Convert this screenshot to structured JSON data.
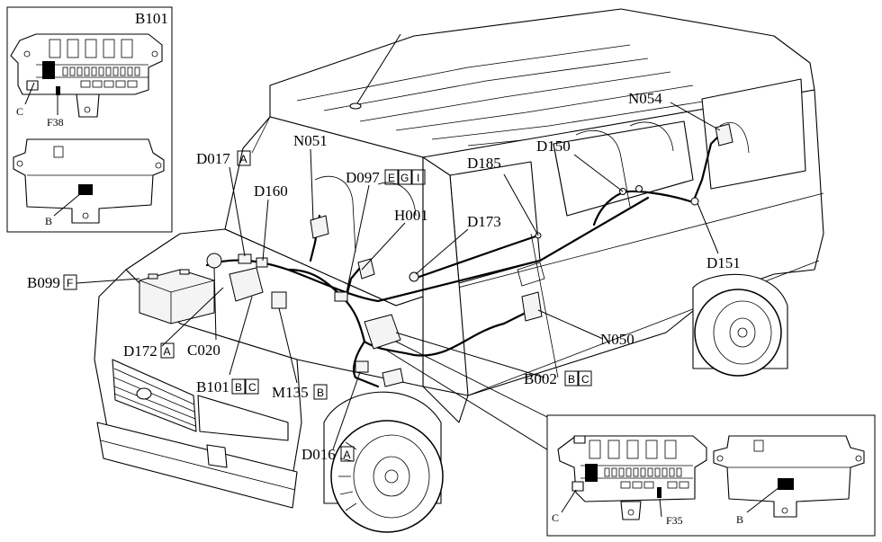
{
  "inset_top_left": {
    "title": "B101",
    "callouts": [
      "C",
      "F38",
      "B"
    ]
  },
  "inset_bottom_right": {
    "callouts": [
      "C",
      "F35",
      "B"
    ]
  },
  "labels": {
    "b101": "B101",
    "d017": "D017",
    "d017_box": "A",
    "n051": "N051",
    "d160": "D160",
    "d097": "D097",
    "d097_boxes": [
      "E",
      "G",
      "I"
    ],
    "h001": "H001",
    "d185": "D185",
    "d173": "D173",
    "d150": "D150",
    "n054": "N054",
    "d151": "D151",
    "b099": "B099",
    "b099_box": "F",
    "d172": "D172",
    "d172_box": "A",
    "c020": "C020",
    "b101bc": "B101",
    "b101bc_boxes": [
      "B",
      "C"
    ],
    "m135": "M135",
    "m135_box": "B",
    "n050": "N050",
    "b002": "B002",
    "b002_boxes": [
      "B",
      "C"
    ],
    "d016": "D016",
    "d016_box": "A"
  },
  "icons": [
    "fuse-box-icon",
    "van-icon",
    "wheel-icon"
  ]
}
